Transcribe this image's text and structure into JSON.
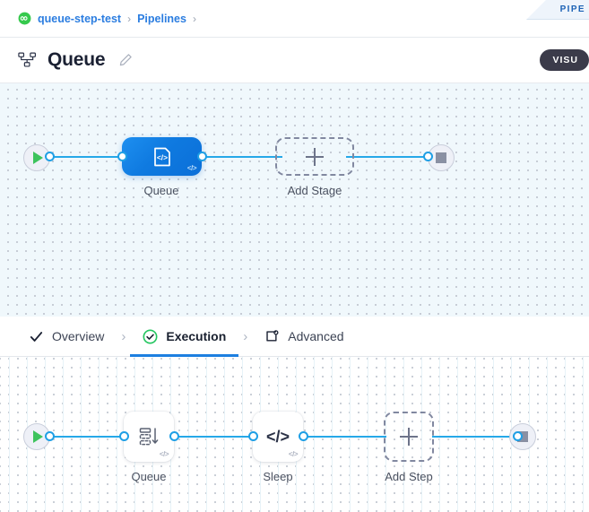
{
  "corner_tab": {
    "label": "PIPE",
    "icon": "pipeline-tab",
    "color": "#1d63b5"
  },
  "breadcrumb": {
    "project_icon": "infinity-badge-icon",
    "items": [
      {
        "label": "queue-step-test"
      },
      {
        "label": "Pipelines"
      }
    ],
    "separator": "›",
    "link_color": "#2b7de0"
  },
  "header": {
    "icon": "pipeline-hierarchy-icon",
    "title": "Queue",
    "edit_icon": "pencil-icon",
    "visual_button": {
      "label": "VISU",
      "bg": "#3b3b4a"
    }
  },
  "stage_canvas": {
    "background": "#f0f8fc",
    "start_node": {
      "name": "start",
      "icon": "play-icon"
    },
    "end_node": {
      "name": "end",
      "icon": "stop-icon"
    },
    "nodes": [
      {
        "id": "queue-stage",
        "label": "Queue",
        "icon": "code-page-icon",
        "badge": "</>",
        "type": "stage",
        "selected": true
      },
      {
        "id": "add-stage",
        "label": "Add Stage",
        "icon": "plus-icon",
        "type": "add"
      }
    ]
  },
  "tabs": {
    "items": [
      {
        "id": "overview",
        "label": "Overview",
        "icon": "check-icon",
        "active": false
      },
      {
        "id": "execution",
        "label": "Execution",
        "icon": "check-circle-green-icon",
        "active": true
      },
      {
        "id": "advanced",
        "label": "Advanced",
        "icon": "box-gear-icon",
        "active": false
      }
    ],
    "separator": "›",
    "active_underline_color": "#1d7fe0"
  },
  "step_canvas": {
    "background": "#ffffff",
    "start_node": {
      "name": "start",
      "icon": "play-icon"
    },
    "end_node": {
      "name": "end",
      "icon": "stop-icon"
    },
    "nodes": [
      {
        "id": "queue-step",
        "label": "Queue",
        "icon": "queue-list-arrow-icon",
        "badge": "</>",
        "type": "step"
      },
      {
        "id": "sleep-step",
        "label": "Sleep",
        "icon": "code-brackets-icon",
        "badge": "</>",
        "type": "step"
      },
      {
        "id": "add-step",
        "label": "Add Step",
        "icon": "plus-icon",
        "type": "add"
      }
    ]
  },
  "theme": {
    "edge_color": "#26a8e8",
    "port_color": "#1f9fe5",
    "node_blue": "#0f7ae0",
    "start_green": "#3dc35c",
    "stop_gray": "#8a90a3"
  }
}
